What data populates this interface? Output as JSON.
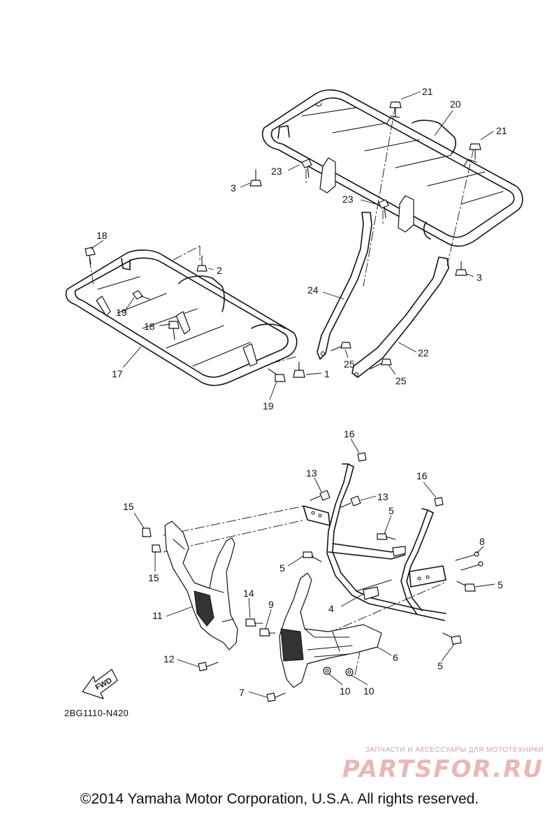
{
  "diagram": {
    "code": "2BG1110-N420",
    "direction_label": "FWD",
    "callouts": [
      "1",
      "2",
      "3",
      "3",
      "4",
      "5",
      "5",
      "5",
      "5",
      "6",
      "7",
      "8",
      "9",
      "10",
      "10",
      "11",
      "12",
      "13",
      "13",
      "14",
      "15",
      "15",
      "16",
      "16",
      "17",
      "18",
      "18",
      "19",
      "19",
      "20",
      "21",
      "21",
      "22",
      "23",
      "23",
      "24",
      "25",
      "25"
    ]
  },
  "watermark": {
    "caption": "ЗАПЧАСТИ И АКСЕССУАРЫ ДЛЯ МОТОТЕХНИКИ",
    "logo": "PARTSFOR.RU"
  },
  "footer": {
    "copyright": "©2014 Yamaha Motor Corporation, U.S.A. All rights reserved."
  }
}
